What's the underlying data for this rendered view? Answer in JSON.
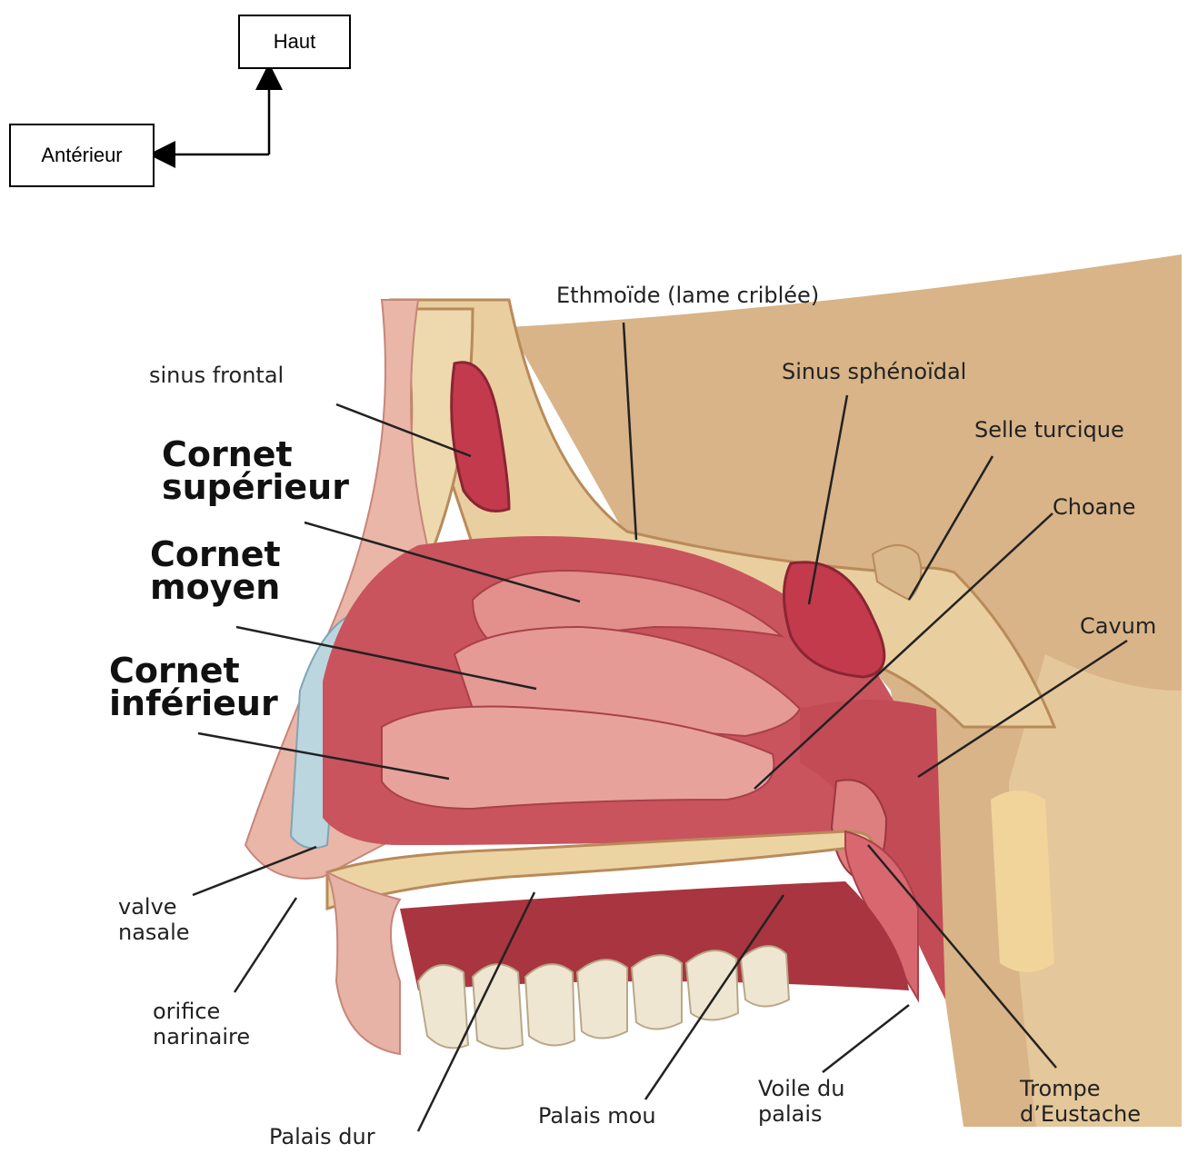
{
  "orientation": {
    "up": "Haut",
    "anterior": "Antérieur"
  },
  "labels": {
    "ethmoide": "Ethmoïde (lame criblée)",
    "sinus_frontal": "sinus frontal",
    "sinus_sphenoidal": "Sinus sphénoïdal",
    "selle_turcique": "Selle turcique",
    "choane": "Choane",
    "cavum": "Cavum",
    "cornet_superieur": [
      "Cornet",
      "supérieur"
    ],
    "cornet_moyen": [
      "Cornet",
      "moyen"
    ],
    "cornet_inferieur": [
      "Cornet",
      "inférieur"
    ],
    "valve_nasale": [
      "valve",
      "nasale"
    ],
    "orifice_narinaire": [
      "orifice",
      "narinaire"
    ],
    "palais_dur": "Palais dur",
    "palais_mou": "Palais mou",
    "voile_du_palais": [
      "Voile du",
      "palais"
    ],
    "trompe_eustache": [
      "Trompe",
      "d’Eustache"
    ]
  },
  "colors": {
    "bone": "#e9cf9f",
    "mucosa": "#c8505a",
    "mucosa_light": "#e38b88",
    "skin": "#e8b4a8",
    "sinus": "#c33a4c",
    "tooth": "#efe6d2",
    "background_tissue": "#d9b88c"
  }
}
